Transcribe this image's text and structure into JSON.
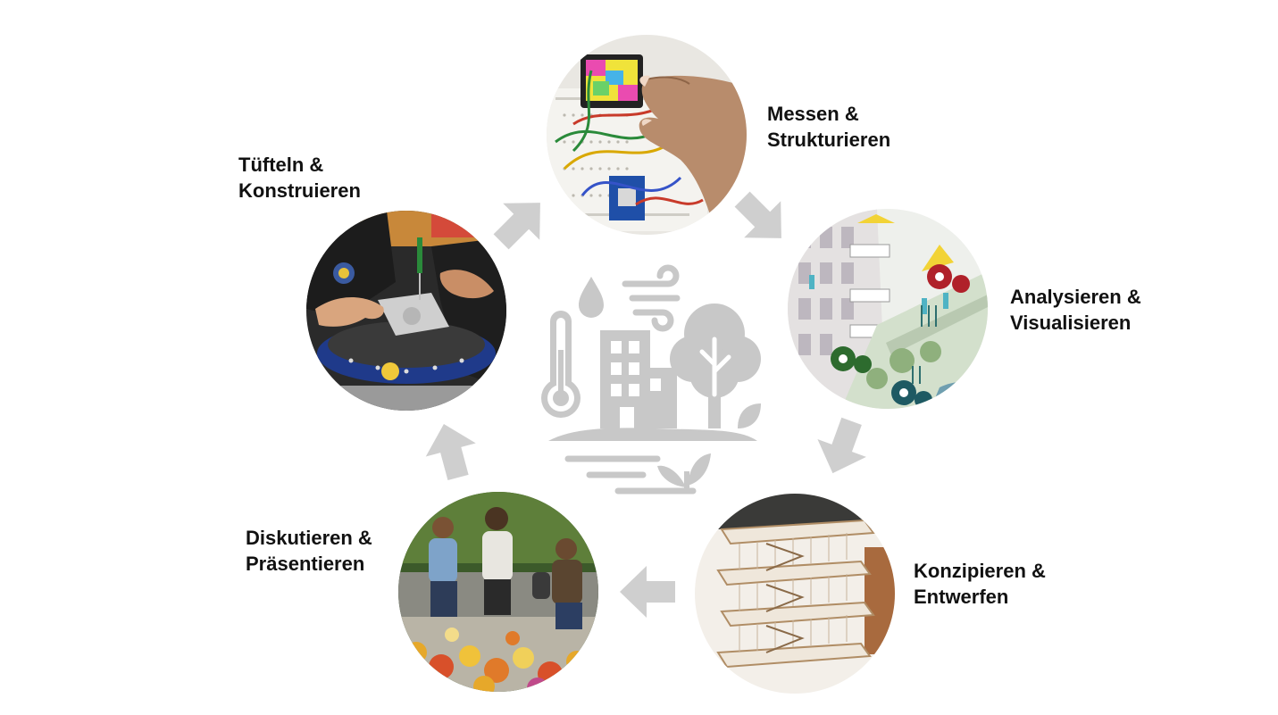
{
  "diagram": {
    "colors": {
      "arrow": "#cfcfcf",
      "icon": "#c8c8c8",
      "label_text": "#111111"
    },
    "center_icon": "climate-city-icon",
    "stages": [
      {
        "id": "messen",
        "line1": "Messen &",
        "line2": "Strukturieren",
        "photo": "sensor-electronics-photo"
      },
      {
        "id": "analysieren",
        "line1": "Analysieren &",
        "line2": "Visualisieren",
        "photo": "climate-analysis-illustration"
      },
      {
        "id": "konzipieren",
        "line1": "Konzipieren &",
        "line2": "Entwerfen",
        "photo": "architecture-model-photo"
      },
      {
        "id": "diskutieren",
        "line1": "Diskutieren &",
        "line2": "Präsentieren",
        "photo": "students-discussing-photo"
      },
      {
        "id": "tuefteln",
        "line1": "Tüfteln &",
        "line2": "Konstruieren",
        "photo": "tinkering-device-photo"
      }
    ]
  }
}
